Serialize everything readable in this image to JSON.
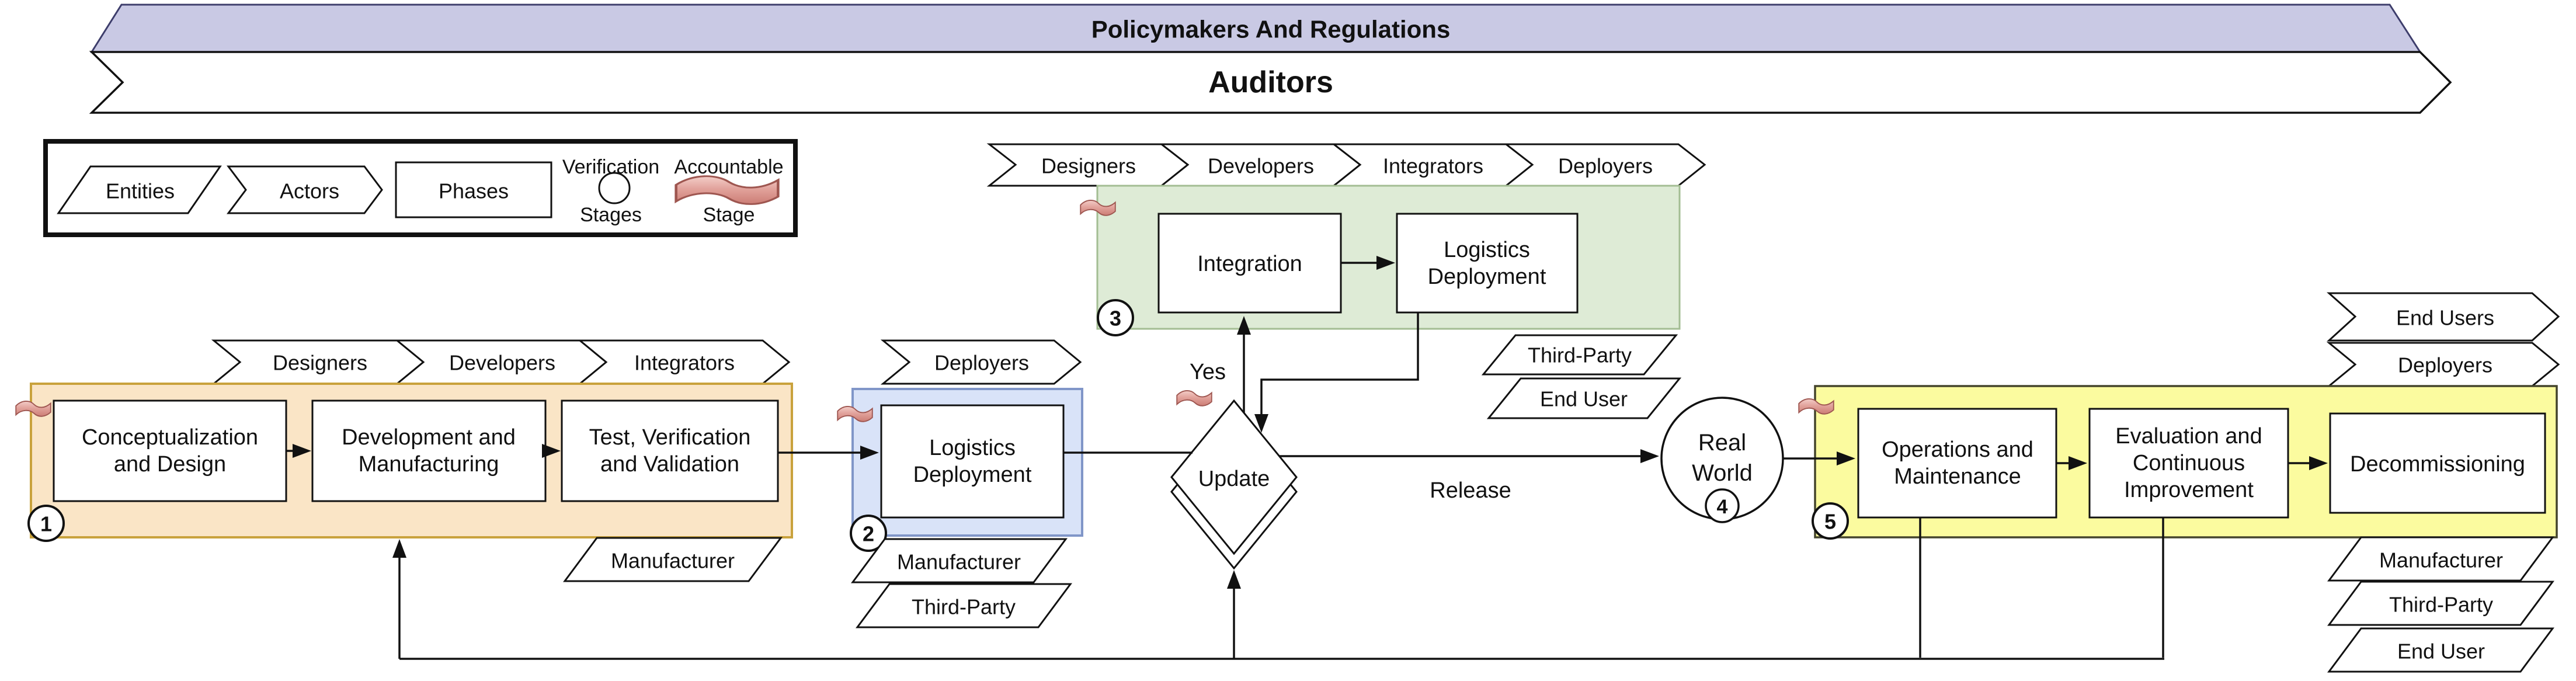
{
  "banners": {
    "top": "Policymakers And Regulations",
    "second": "Auditors"
  },
  "legend": {
    "entities": "Entities",
    "actors": "Actors",
    "phases": "Phases",
    "verification_line1": "Verification",
    "verification_line2": "Stages",
    "accountable_line1": "Accountable",
    "accountable_line2": "Stage"
  },
  "labels": {
    "yes": "Yes",
    "release": "Release",
    "update": "Update"
  },
  "stage1": {
    "number": "1",
    "actors": [
      "Designers",
      "Developers",
      "Integrators"
    ],
    "phase1": {
      "l1": "Conceptualization",
      "l2": "and Design"
    },
    "phase2": {
      "l1": "Development and",
      "l2": "Manufacturing"
    },
    "phase3": {
      "l1": "Test, Verification",
      "l2": "and Validation"
    },
    "entity1": "Manufacturer"
  },
  "stage2": {
    "number": "2",
    "actor": "Deployers",
    "phase": {
      "l1": "Logistics",
      "l2": "Deployment"
    },
    "entity1": "Manufacturer",
    "entity2": "Third-Party"
  },
  "stage3": {
    "number": "3",
    "actors": [
      "Designers",
      "Developers",
      "Integrators",
      "Deployers"
    ],
    "phase1": "Integration",
    "phase2": {
      "l1": "Logistics",
      "l2": "Deployment"
    },
    "entity1": "Third-Party",
    "entity2": "End User"
  },
  "stage4": {
    "number": "4",
    "l1": "Real",
    "l2": "World"
  },
  "stage5": {
    "number": "5",
    "actor1": "End Users",
    "actor2": "Deployers",
    "phase1": {
      "l1": "Operations and",
      "l2": "Maintenance"
    },
    "phase2": {
      "l1": "Evaluation and",
      "l2": "Continuous",
      "l3": "Improvement"
    },
    "phase3": "Decommissioning",
    "entity1": "Manufacturer",
    "entity2": "Third-Party",
    "entity3": "End User"
  },
  "colors": {
    "banner_fill": "#c9c9e4",
    "banner_border": "#3d3d6b",
    "stage1_fill": "#fae5c6",
    "stage1_border": "#c9a23c",
    "stage2_fill": "#d9e3f8",
    "stage2_border": "#8096c8",
    "stage3_fill": "#deebd6",
    "stage3_border": "#a3bd93",
    "stage5_fill": "#fbfb9f",
    "stage5_border": "#44442c",
    "ribbon_fill": "#e2a39c",
    "ribbon_border": "#9e5650"
  }
}
